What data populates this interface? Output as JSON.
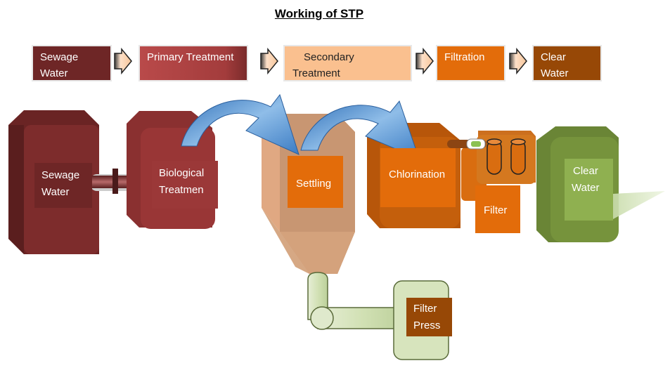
{
  "title": "Working of STP",
  "flow": [
    {
      "line1": "Sewage",
      "line2": "Water"
    },
    {
      "line1": "Primary Treatment",
      "line2": ""
    },
    {
      "line1": "Secondary",
      "line2": "Treatment"
    },
    {
      "line1": "Filtration",
      "line2": ""
    },
    {
      "line1": "Clear",
      "line2": "Water"
    }
  ],
  "stages": {
    "sewage": {
      "line1": "Sewage",
      "line2": "Water"
    },
    "biological": {
      "line1": "Biological",
      "line2": "Treatmen"
    },
    "settling": "Settling",
    "chlorination": "Chlorination",
    "filter": "Filter",
    "clear": {
      "line1": "Clear",
      "line2": "Water"
    },
    "filter_press": {
      "line1": "Filter",
      "line2": "Press"
    }
  },
  "colors": {
    "sewage": "#7a2b2b",
    "biological": "#9b3838",
    "settling": "#c8906a",
    "chlorination": "#c45f0c",
    "filter": "#d96d10",
    "clear": "#76933c",
    "press": "#d7e4bd",
    "arrow": "#4a86c8"
  }
}
